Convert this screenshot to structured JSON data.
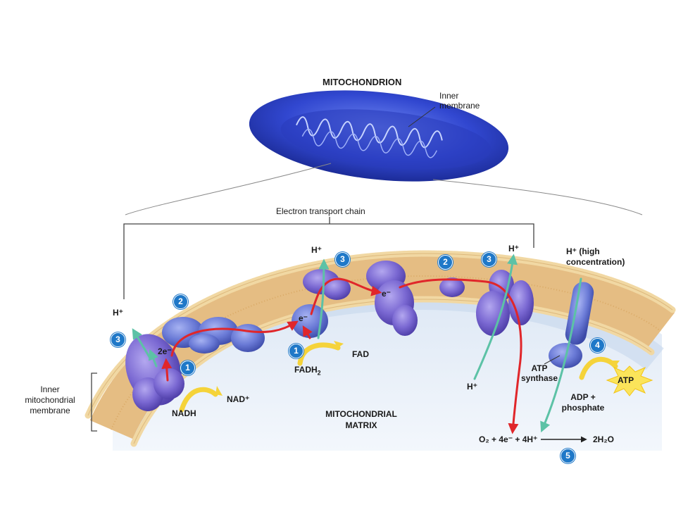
{
  "title": "MITOCHONDRION",
  "inner_membrane_label": [
    "Inner",
    "membrane"
  ],
  "etc_label": "Electron transport chain",
  "inner_mito_membrane_label": [
    "Inner",
    "mitochondrial",
    "membrane"
  ],
  "matrix_label": [
    "MITOCHONDRIAL",
    "MATRIX"
  ],
  "labels": {
    "nadh": "NADH",
    "nad_plus": "NAD⁺",
    "fadh2_main": "FADH",
    "fadh2_sub": "2",
    "fad": "FAD",
    "h_plus_left": "H⁺",
    "h_plus_mid": "H⁺",
    "h_plus_right": "H⁺",
    "h_plus_bottom": "H⁺",
    "h_high": [
      "H⁺ (high",
      "concentration)"
    ],
    "two_e": "2e⁻",
    "e_mid": "e⁻",
    "e_top": "e⁻",
    "atp_synthase": [
      "ATP",
      "synthase"
    ],
    "adp": [
      "ADP +",
      "phosphate"
    ],
    "atp": "ATP",
    "equation": "O₂ + 4e⁻ + 4H⁺",
    "product": "2H₂O"
  },
  "steps": {
    "s1a": "1",
    "s1b": "1",
    "s2a": "2",
    "s2b": "2",
    "s3a": "3",
    "s3b": "3",
    "s3c": "3",
    "s4": "4",
    "s5": "5"
  },
  "colors": {
    "membrane_band": "#e8c48e",
    "phospholipid_head": "#f3d9a8",
    "protein": "#7d6dd0",
    "protein_dark": "#4e3ea8",
    "mito_blue": "#3a4fd6",
    "electron_arrow": "#e0262a",
    "proton_arrow": "#5cc2a6",
    "nadh_arrow": "#f5d33a",
    "step_badge": "#1f78c8",
    "matrix_bg": "#d5e3f3"
  }
}
